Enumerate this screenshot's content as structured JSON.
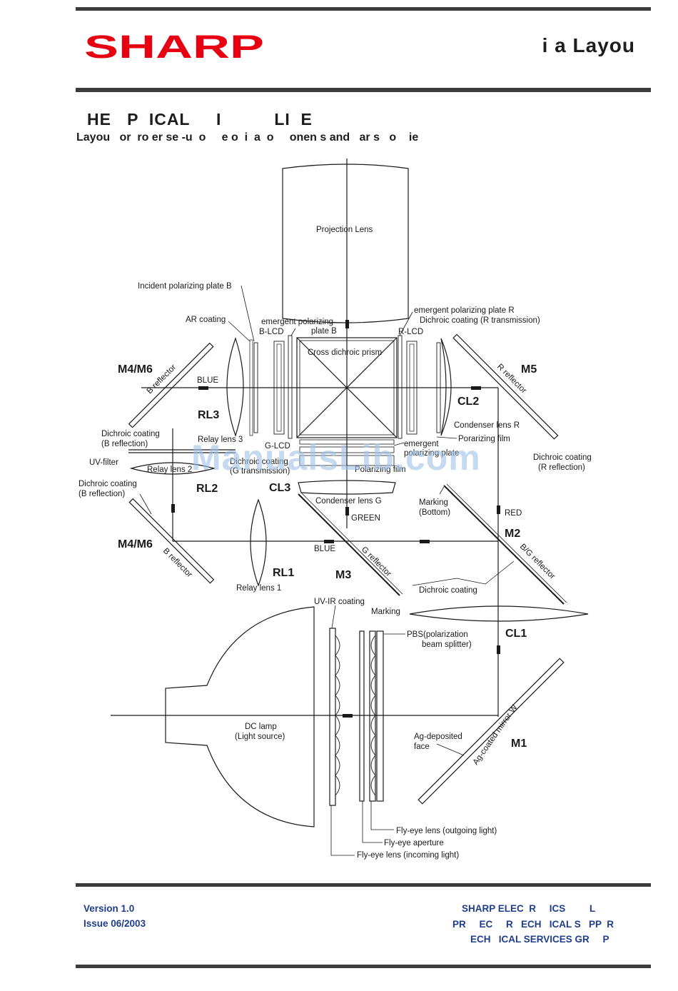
{
  "header": {
    "logo_text": "SHARP",
    "logo_color": "#e60012",
    "title": "i  a  Layou"
  },
  "section": {
    "title": "HE   P  ICAL     I          LI  E",
    "subtitle": "Layou   or  ro er se -u  o     e o  i  a  o     onen s and   ar s   o    ie"
  },
  "diagram": {
    "labels": {
      "projection_lens": "Projection Lens",
      "incident_polarizing_plate_b": "Incident polarizing plate B",
      "ar_coating": "AR coating",
      "emergent_polarizing_plate_b_1": "emergent polarizing",
      "emergent_polarizing_plate_b_2": "plate B",
      "b_lcd": "B-LCD",
      "emergent_polarizing_plate_r": "emergent polarizing plate R",
      "dichroic_coating_r_transmission": "Dichroic coating (R transmission)",
      "r_lcd": "R-LCD",
      "cross_dichroic_prism": "Cross dichroic prism",
      "m4m6_top": "M4/M6",
      "b_reflector_top": "B reflector",
      "blue_top": "BLUE",
      "m5": "M5",
      "r_reflector": "R reflector",
      "cl2": "CL2",
      "rl3": "RL3",
      "condenser_lens_r": "Condenser lens R",
      "porarizing_film": "Porarizing film",
      "dichroic_coating_b_reflection_1": "Dichroic coating",
      "dichroic_coating_b_reflection_2": "(B reflection)",
      "relay_lens_3": "Relay lens 3",
      "g_lcd": "G-LCD",
      "emergent_polarizing_g_1": "emergent",
      "emergent_polarizing_g_2": "polarizing plate",
      "dichroic_g_1": "Dichroic coating",
      "dichroic_g_2": "(G transmission)",
      "polarizing_film": "Polarizing film",
      "uv_filter": "UV-filter",
      "relay_lens_2": "Relay lens 2",
      "dichroic_coating_r_reflection_1": "Dichroic coating",
      "dichroic_coating_r_reflection_2": "(R reflection)",
      "dichroic_coating_b_reflection_b_1": "Dichroic coating",
      "dichroic_coating_b_reflection_b_2": "(B reflection)",
      "rl2": "RL2",
      "cl3": "CL3",
      "condenser_lens_g": "Condenser lens G",
      "marking_bottom_1": "Marking",
      "marking_bottom_2": "(Bottom)",
      "green": "GREEN",
      "red": "RED",
      "m2": "M2",
      "m4m6_bottom": "M4/M6",
      "b_reflector_bottom": "B reflector",
      "blue_bottom": "BLUE",
      "bg_reflector": "B/G reflector",
      "rl1": "RL1",
      "m3": "M3",
      "g_reflector": "G reflector",
      "relay_lens_1": "Relay lens 1",
      "dichroic_coating": "Dichroic coating",
      "uv_ir_coating": "UV-IR coating",
      "marking": "Marking",
      "pbs_1": "PBS(polarization",
      "pbs_2": "beam splitter)",
      "cl1": "CL1",
      "dc_lamp_1": "DC lamp",
      "dc_lamp_2": "(Light source)",
      "ag_deposited_1": "Ag-deposited",
      "ag_deposited_2": "face",
      "ag_coated_mirror": "Ag-coated mirror W",
      "m1": "M1",
      "fly_eye_outgoing": "Fly-eye lens (outgoing light)",
      "fly_eye_aperture": "Fly-eye aperture",
      "fly_eye_incoming": "Fly-eye lens (incoming light)"
    }
  },
  "watermark": "ManualsLib.com",
  "footer": {
    "version": "Version 1.0",
    "issue": "Issue 06/2003",
    "org_line1": "SHARP ELEC  R     ICS         L",
    "org_line2": "PR     EC     R   ECH   ICAL S   PP  R",
    "org_line3": "ECH   ICAL SERVICES GR     P"
  }
}
